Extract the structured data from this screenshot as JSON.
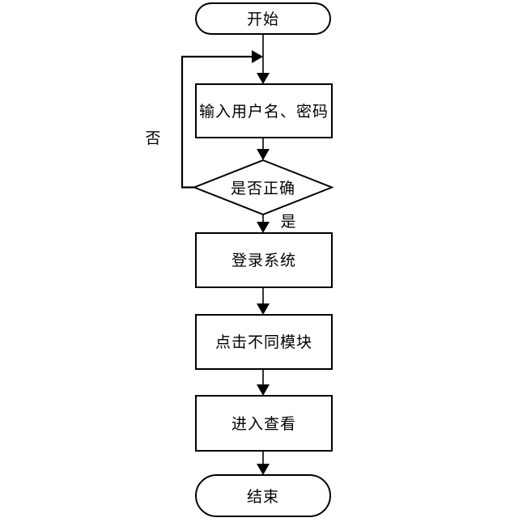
{
  "diagram": {
    "type": "flowchart",
    "background_color": "#ffffff",
    "line_color": "#000000",
    "node_fill_color": "#ffffff",
    "nodes": [
      {
        "id": "start",
        "shape": "stadium",
        "label": "开始"
      },
      {
        "id": "input-credentials",
        "shape": "process",
        "label": "输入用户名、密码"
      },
      {
        "id": "is-correct",
        "shape": "decision",
        "label": "是否正确"
      },
      {
        "id": "login-system",
        "shape": "process",
        "label": "登录系统"
      },
      {
        "id": "click-modules",
        "shape": "process",
        "label": "点击不同模块"
      },
      {
        "id": "enter-view",
        "shape": "process",
        "label": "进入查看"
      },
      {
        "id": "end",
        "shape": "stadium",
        "label": "结束"
      }
    ],
    "branch_labels": {
      "no": "否",
      "yes": "是"
    }
  }
}
